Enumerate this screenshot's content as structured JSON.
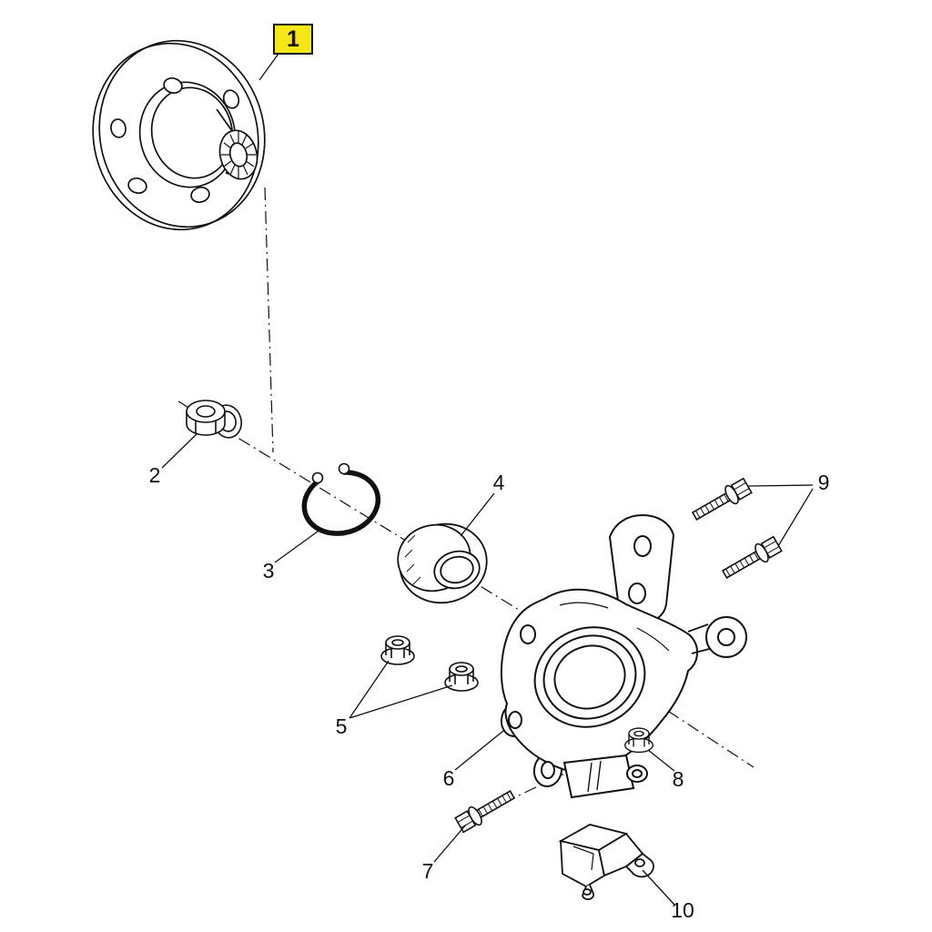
{
  "diagram": {
    "background_color": "#ffffff",
    "line_color": "#111111",
    "highlight": {
      "color": "#f8e717",
      "border_color": "#111111"
    },
    "callouts": [
      {
        "label": "1",
        "highlighted": true
      },
      {
        "label": "2",
        "highlighted": false
      },
      {
        "label": "3",
        "highlighted": false
      },
      {
        "label": "4",
        "highlighted": false
      },
      {
        "label": "5",
        "highlighted": false
      },
      {
        "label": "6",
        "highlighted": false
      },
      {
        "label": "7",
        "highlighted": false
      },
      {
        "label": "8",
        "highlighted": false
      },
      {
        "label": "9",
        "highlighted": false
      },
      {
        "label": "10",
        "highlighted": false
      }
    ]
  }
}
